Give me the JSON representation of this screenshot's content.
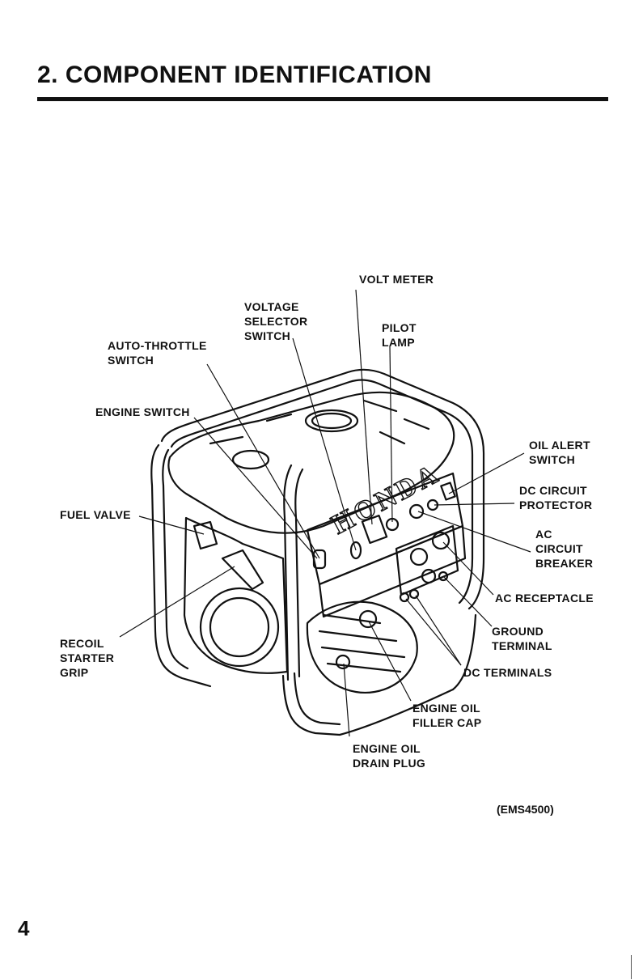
{
  "page": {
    "title": "2. COMPONENT IDENTIFICATION",
    "page_number": "4",
    "model_code": "(EMS4500)"
  },
  "brand": "HONDA",
  "labels": {
    "volt_meter": "VOLT METER",
    "voltage_selector_1": "VOLTAGE",
    "voltage_selector_2": "SELECTOR",
    "voltage_selector_3": "SWITCH",
    "pilot_lamp_1": "PILOT",
    "pilot_lamp_2": "LAMP",
    "auto_throttle_1": "AUTO-THROTTLE",
    "auto_throttle_2": "SWITCH",
    "engine_switch": "ENGINE SWITCH",
    "oil_alert_1": "OIL ALERT",
    "oil_alert_2": "SWITCH",
    "dc_circuit_protector_1": "DC CIRCUIT",
    "dc_circuit_protector_2": "PROTECTOR",
    "fuel_valve": "FUEL VALVE",
    "ac_breaker_1": "AC",
    "ac_breaker_2": "CIRCUIT",
    "ac_breaker_3": "BREAKER",
    "ac_receptacle": "AC RECEPTACLE",
    "recoil_1": "RECOIL",
    "recoil_2": "STARTER",
    "recoil_3": "GRIP",
    "ground_terminal_1": "GROUND",
    "ground_terminal_2": "TERMINAL",
    "dc_terminals": "DC TERMINALS",
    "oil_filler_1": "ENGINE OIL",
    "oil_filler_2": "FILLER CAP",
    "oil_drain_1": "ENGINE OIL",
    "oil_drain_2": "DRAIN PLUG"
  }
}
